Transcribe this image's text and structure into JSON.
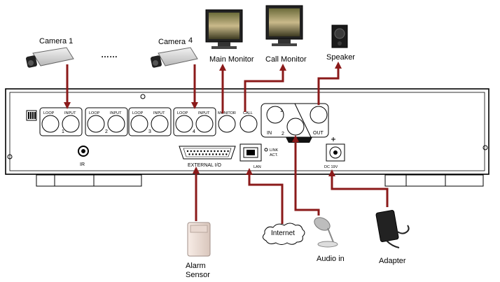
{
  "devices": {
    "camera1": "Camera 1",
    "camera4_word": "Camera",
    "camera4_num": "4",
    "dots": "……",
    "main_monitor": "Main Monitor",
    "call_monitor": "Call Monitor",
    "speaker": "Speaker",
    "alarm_sensor_line1": "Alarm",
    "alarm_sensor_line2": "Sensor",
    "internet": "Internet",
    "audio_in": "Audio in",
    "adapter": "Adapter"
  },
  "panel": {
    "loop": "LOOP",
    "input": "INPUT",
    "ch1": "1",
    "ch2": "2",
    "ch3": "3",
    "ch4": "4",
    "monitor": "MONITOR",
    "call": "CALL",
    "audio_1": "1",
    "audio_2": "2",
    "audio_in": "IN",
    "audio_out": "OUT",
    "ir": "IR",
    "external_io": "EXTERNAL I/O",
    "lan": "LAN",
    "link": "LINK",
    "act": "ACT.",
    "dc": "DC 19V"
  },
  "colors": {
    "arrow": "#8b1a1a",
    "panel_stroke": "#000000"
  }
}
